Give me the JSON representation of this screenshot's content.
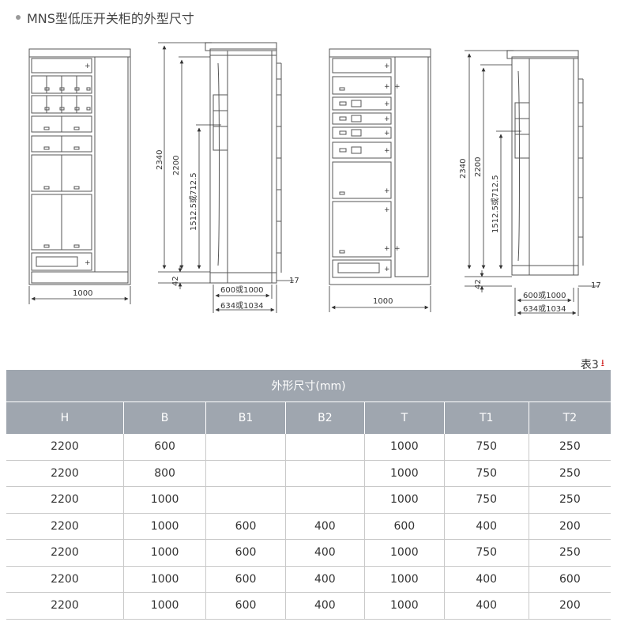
{
  "header": {
    "title": "MNS型低压开关柜的外型尺寸"
  },
  "drawing": {
    "left_front_width": "1000",
    "left_h_total": "2340",
    "left_h_main": "2200",
    "left_h_sub": "1512.5或712.5",
    "left_h_base": "42",
    "left_side_top": "17",
    "left_depth_a": "600或1000",
    "left_depth_b": "634或1034",
    "right_front_width": "1000",
    "right_h_total": "2340",
    "right_h_main": "2200",
    "right_h_sub": "1512.5或712.5",
    "right_h_base": "42",
    "right_side_top": "17",
    "right_depth_a": "600或1000",
    "right_depth_b": "634或1034"
  },
  "table": {
    "label": "表3",
    "caption": "外形尺寸(mm)",
    "columns": [
      "H",
      "B",
      "B1",
      "B2",
      "T",
      "T1",
      "T2"
    ],
    "rows": [
      [
        "2200",
        "600",
        "",
        "",
        "1000",
        "750",
        "250"
      ],
      [
        "2200",
        "800",
        "",
        "",
        "1000",
        "750",
        "250"
      ],
      [
        "2200",
        "1000",
        "",
        "",
        "1000",
        "750",
        "250"
      ],
      [
        "2200",
        "1000",
        "600",
        "400",
        "600",
        "400",
        "200"
      ],
      [
        "2200",
        "1000",
        "600",
        "400",
        "1000",
        "750",
        "250"
      ],
      [
        "2200",
        "1000",
        "600",
        "400",
        "1000",
        "400",
        "600"
      ],
      [
        "2200",
        "1000",
        "600",
        "400",
        "1000",
        "400",
        "200"
      ]
    ]
  }
}
